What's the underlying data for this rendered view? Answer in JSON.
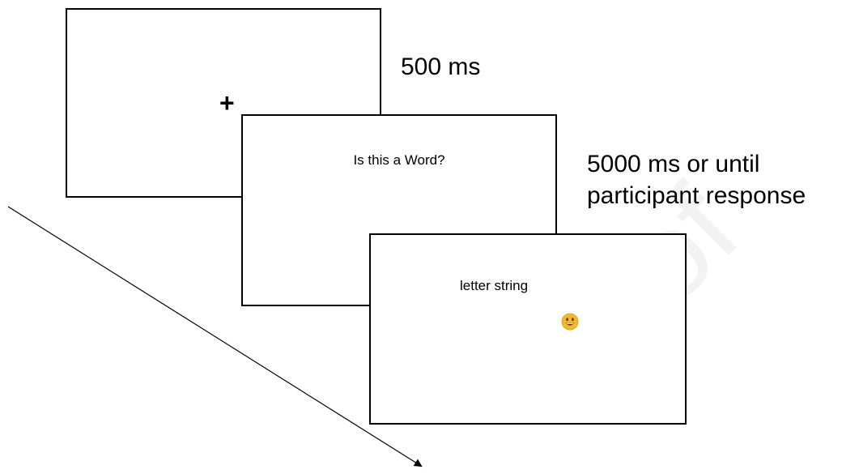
{
  "watermark": "roof",
  "screens": {
    "fixation": {
      "symbol": "+"
    },
    "prompt": {
      "text": "Is this a Word?"
    },
    "stimulus": {
      "text": "letter string",
      "feedback_icon": "smiley-face-icon"
    }
  },
  "timings": {
    "fixation": "500 ms",
    "prompt": "5000 ms or until participant response"
  },
  "colors": {
    "border": "#000000",
    "background": "#ffffff",
    "smiley_fill": "#f5b829",
    "watermark": "#f2f2f2"
  }
}
